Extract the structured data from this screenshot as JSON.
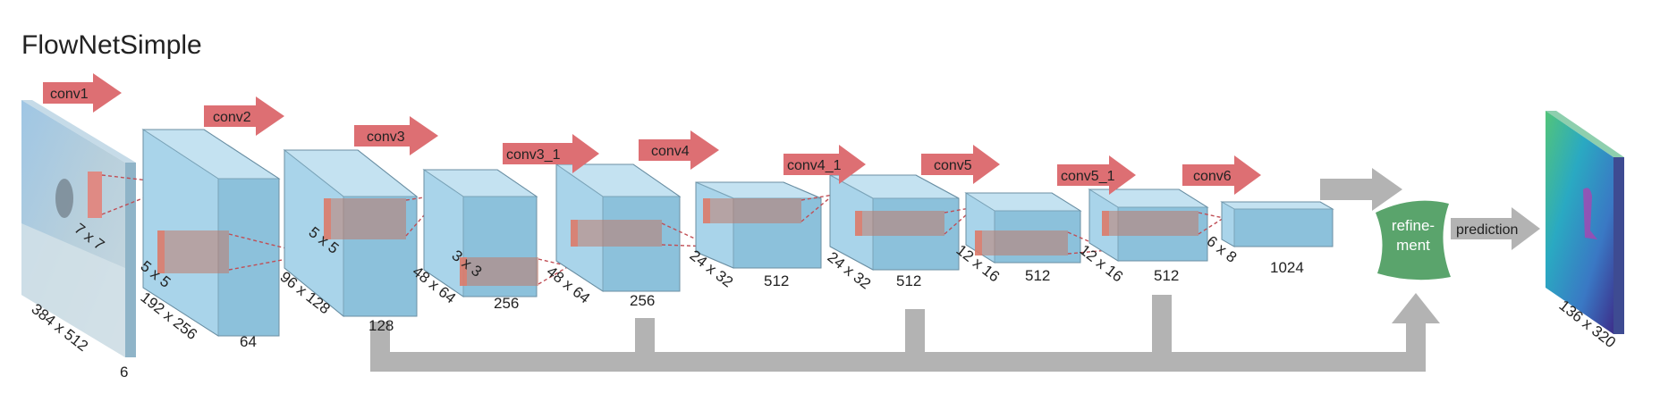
{
  "title": "FlowNetSimple",
  "colors": {
    "box_front": "#a9d4ea",
    "box_side": "#8cc1db",
    "box_top": "#c4e2f1",
    "arrow": "#dd6f73",
    "connector": "#b3b3b3",
    "refinement": "#5aa46c",
    "kernel": "#c07a6a"
  },
  "input": {
    "dims": "384 x 512",
    "channels": "6"
  },
  "layers": [
    {
      "op": "conv1",
      "kernel": "7 x 7"
    },
    {
      "op": "conv2",
      "kernel": "5 x 5",
      "dims": "192 x 256",
      "channels": "64"
    },
    {
      "op": "conv3",
      "kernel": "5 x 5",
      "dims": "96 x 128",
      "channels": "128"
    },
    {
      "op": "conv3_1",
      "kernel": "3 x 3",
      "dims": "48 x 64",
      "channels": "256"
    },
    {
      "op": "conv4",
      "dims": "48 x 64",
      "channels": "256"
    },
    {
      "op": "conv4_1",
      "dims": "24 x 32",
      "channels": "512"
    },
    {
      "op": "conv5",
      "dims": "24 x 32",
      "channels": "512"
    },
    {
      "op": "conv5_1",
      "dims": "12 x 16",
      "channels": "512"
    },
    {
      "op": "conv6",
      "dims": "12 x 16",
      "channels": "512"
    },
    {
      "dims": "6 x 8",
      "channels": "1024"
    }
  ],
  "refinement": {
    "line1": "refine-",
    "line2": "ment"
  },
  "prediction": {
    "label": "prediction",
    "dims": "136 x 320"
  }
}
